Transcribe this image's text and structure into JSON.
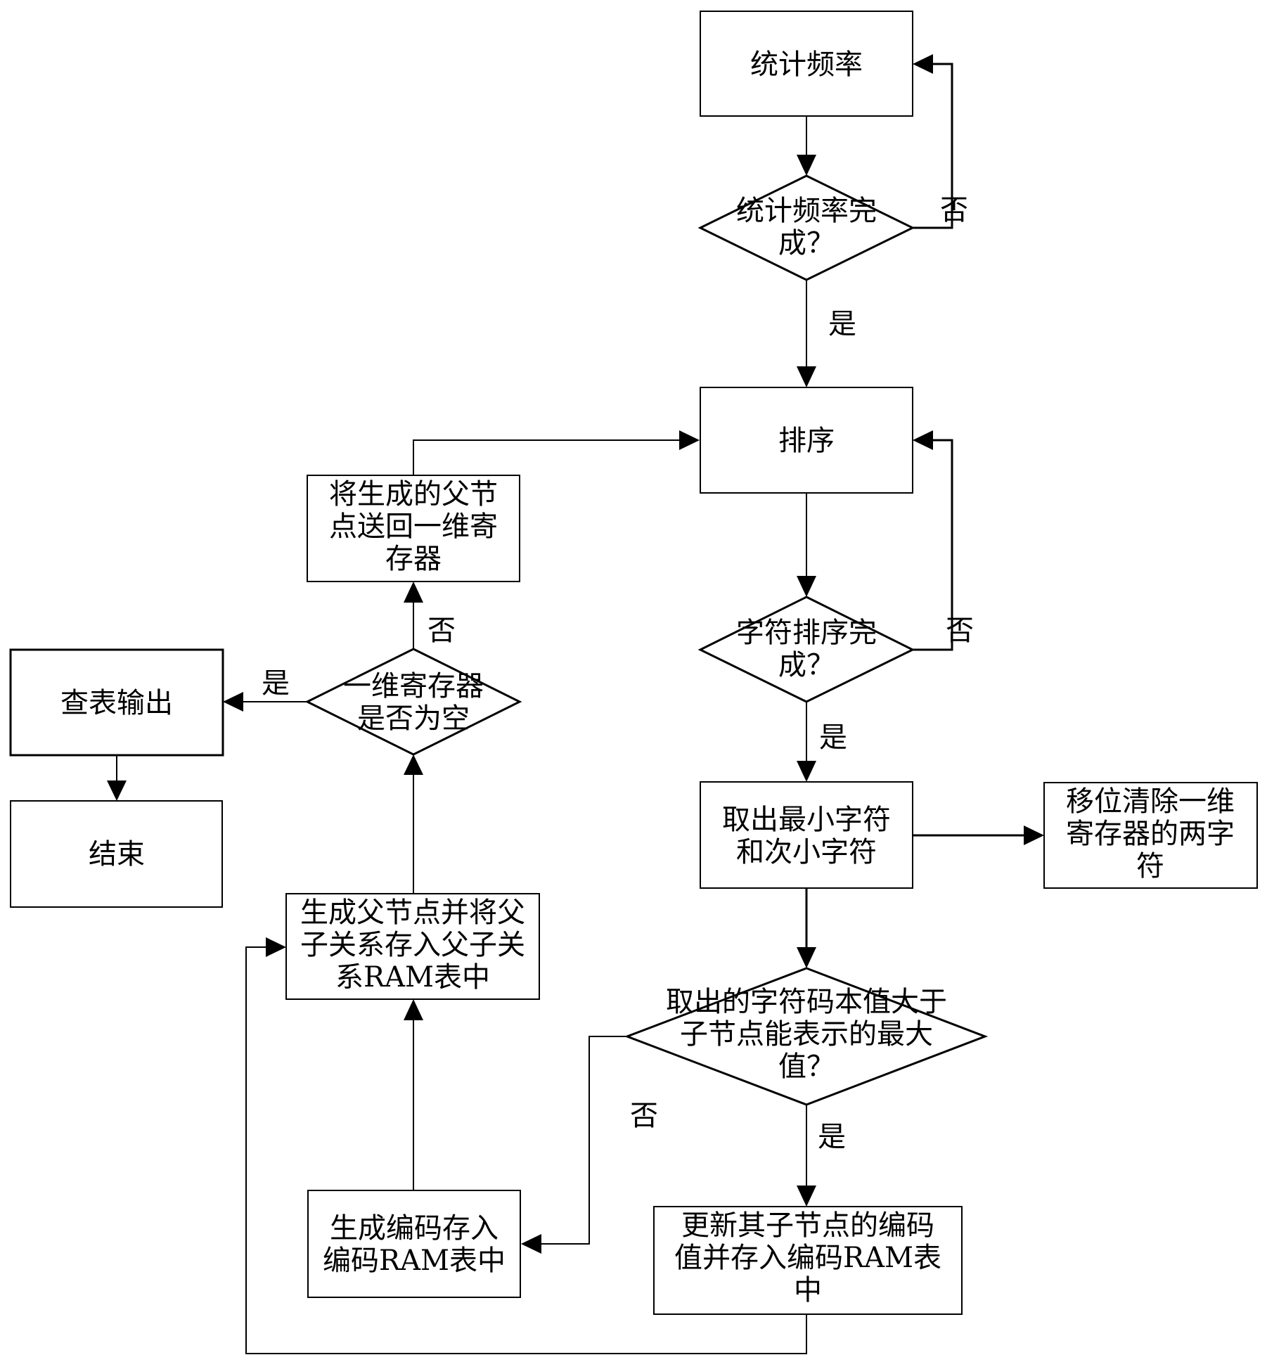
{
  "nodes": {
    "count_freq": {
      "lines": [
        "统计频率"
      ]
    },
    "count_done": {
      "lines": [
        "统计频率完",
        "成？"
      ]
    },
    "sort": {
      "lines": [
        "排序"
      ]
    },
    "sort_done": {
      "lines": [
        "字符排序完",
        "成？"
      ]
    },
    "take_min": {
      "lines": [
        "取出最小字符",
        "和次小字符"
      ]
    },
    "shift_clear": {
      "lines": [
        "移位清除一维",
        "寄存器的两字",
        "符"
      ]
    },
    "code_check": {
      "lines": [
        "取出的字符码本值大于",
        "子节点能表示的最大",
        "值？"
      ]
    },
    "update_code": {
      "lines": [
        "更新其子节点的编码",
        "值并存入编码RAM表",
        "中"
      ]
    },
    "gen_code": {
      "lines": [
        "生成编码存入",
        "编码RAM表中"
      ]
    },
    "gen_parent": {
      "lines": [
        "生成父节点并将父",
        "子关系存入父子关",
        "系RAM表中"
      ]
    },
    "reg_empty": {
      "lines": [
        "一维寄存器",
        "是否为空"
      ]
    },
    "send_back": {
      "lines": [
        "将生成的父节",
        "点送回一维寄",
        "存器"
      ]
    },
    "lookup": {
      "lines": [
        "查表输出"
      ]
    },
    "end": {
      "lines": [
        "结束"
      ]
    }
  },
  "edge_labels": {
    "count_no": "否",
    "count_yes": "是",
    "sort_no": "否",
    "sort_yes": "是",
    "check_no": "否",
    "check_yes": "是",
    "empty_no": "否",
    "empty_yes": "是"
  }
}
